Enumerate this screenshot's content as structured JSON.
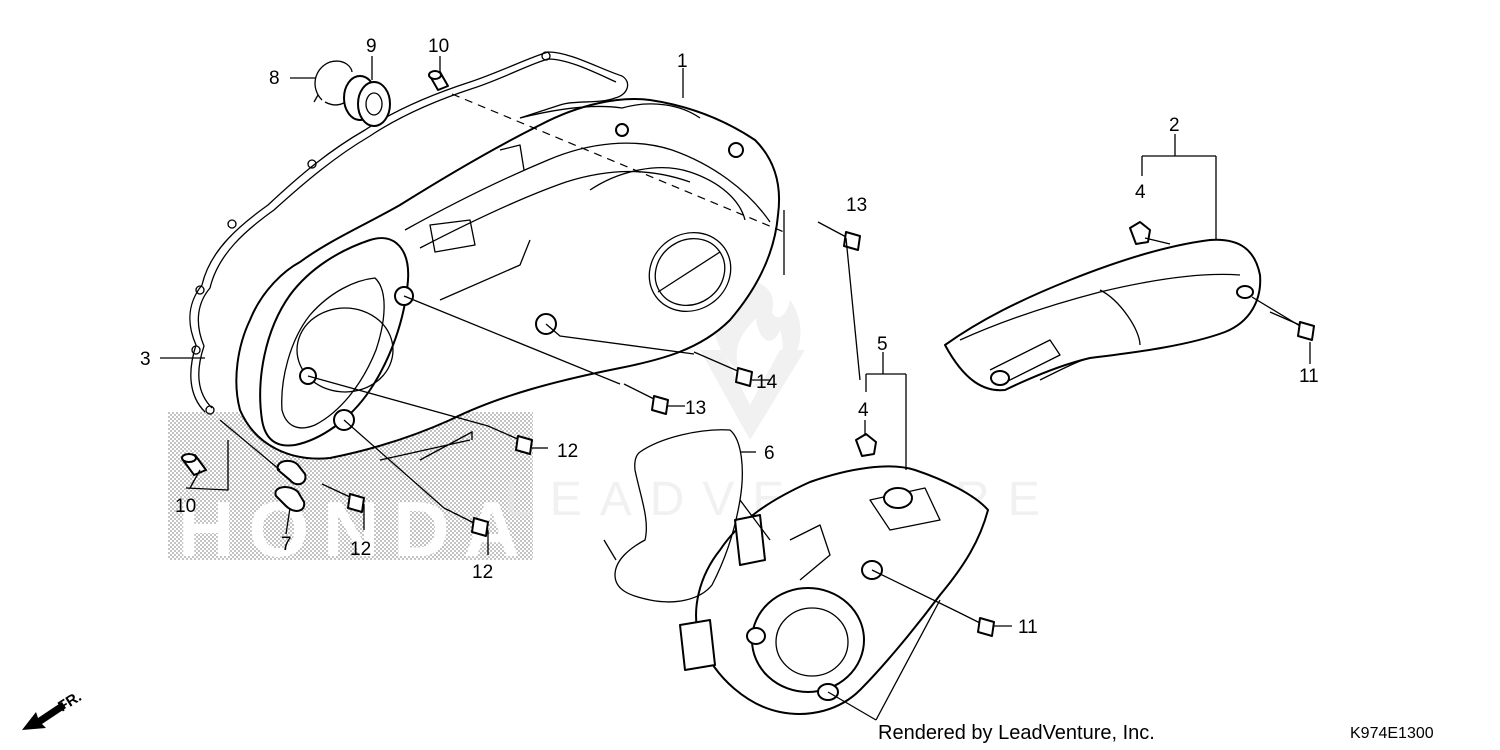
{
  "diagram": {
    "callouts": [
      {
        "id": "c1",
        "label": "1"
      },
      {
        "id": "c2",
        "label": "2"
      },
      {
        "id": "c3",
        "label": "3"
      },
      {
        "id": "c4a",
        "label": "4"
      },
      {
        "id": "c4b",
        "label": "4"
      },
      {
        "id": "c5",
        "label": "5"
      },
      {
        "id": "c6",
        "label": "6"
      },
      {
        "id": "c7",
        "label": "7"
      },
      {
        "id": "c8",
        "label": "8"
      },
      {
        "id": "c9",
        "label": "9"
      },
      {
        "id": "c10a",
        "label": "10"
      },
      {
        "id": "c10b",
        "label": "10"
      },
      {
        "id": "c11a",
        "label": "11"
      },
      {
        "id": "c11b",
        "label": "11"
      },
      {
        "id": "c12a",
        "label": "12"
      },
      {
        "id": "c12b",
        "label": "12"
      },
      {
        "id": "c12c",
        "label": "12"
      },
      {
        "id": "c13a",
        "label": "13"
      },
      {
        "id": "c13b",
        "label": "13"
      },
      {
        "id": "c14",
        "label": "14"
      }
    ],
    "front_indicator": "FR.",
    "watermark_text": "LEADVENTURE",
    "background_logo_text": "HONDA",
    "credit": "Rendered by LeadVenture, Inc.",
    "diagram_code": "K974E1300",
    "colors": {
      "line": "#000000",
      "watermark": "#e6e6e6",
      "shade": "#bdbdbd"
    }
  }
}
